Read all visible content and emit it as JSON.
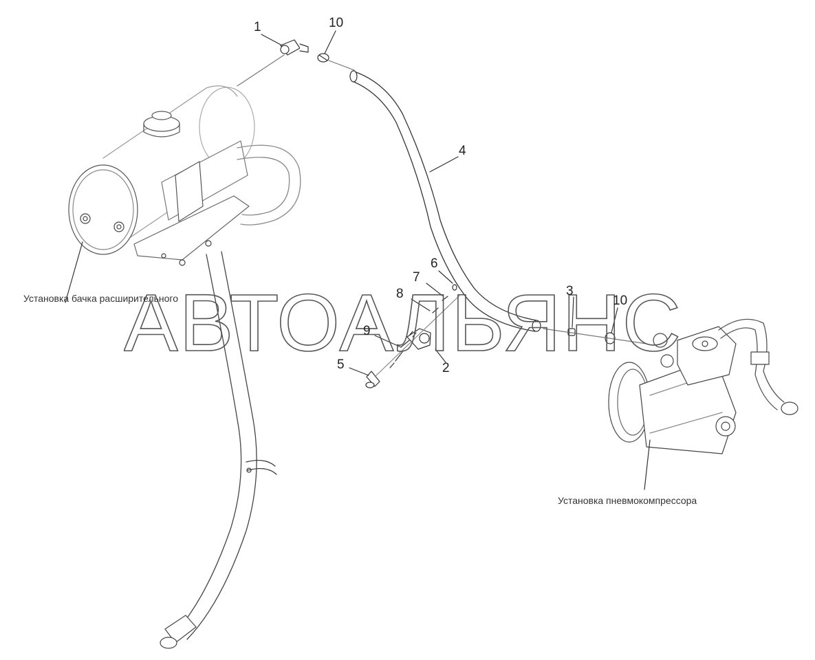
{
  "labels": {
    "p1": "1",
    "p2": "2",
    "p3": "3",
    "p4": "4",
    "p5": "5",
    "p6": "6",
    "p7": "7",
    "p8": "8",
    "p9": "9",
    "p10a": "10",
    "p10b": "10"
  },
  "captions": {
    "tank": "Установка бачка расширительного",
    "compressor": "Установка пневмокомпрессора"
  },
  "watermark": "АВТОАЛЬЯНС"
}
